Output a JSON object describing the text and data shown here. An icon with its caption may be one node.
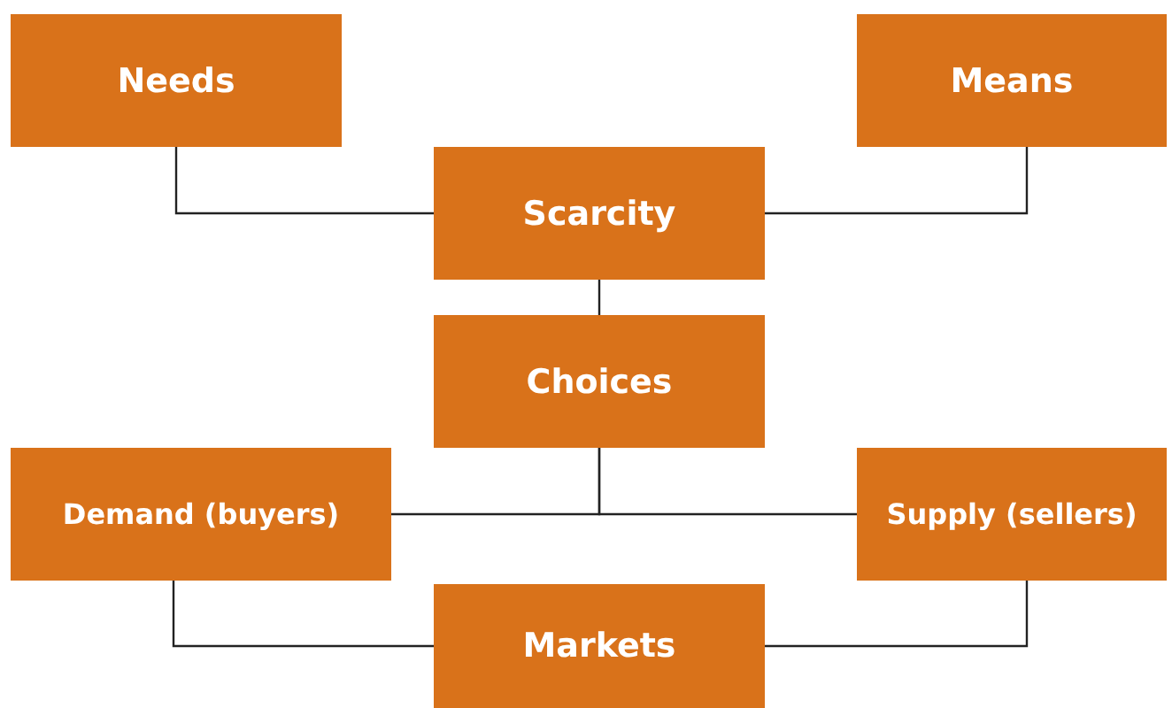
{
  "diagram": {
    "nodes": [
      {
        "text": [
          "Needs"
        ]
      },
      {
        "text": [
          "Means"
        ]
      },
      {
        "text": [
          "Scarcity"
        ]
      },
      {
        "text": [
          "Choices"
        ]
      },
      {
        "text": [
          "Demand (buyers)"
        ]
      },
      {
        "text": [
          "Supply (sellers)"
        ]
      },
      {
        "text": [
          "Markets"
        ]
      }
    ],
    "edges": [
      {
        "from": 0,
        "to": 2,
        "arrow": "none"
      },
      {
        "from": 1,
        "to": 2,
        "arrow": "none"
      },
      {
        "from": 2,
        "to": 3,
        "arrow": "none"
      },
      {
        "from": 3,
        "to": 4,
        "arrow": "none"
      },
      {
        "from": 3,
        "to": 5,
        "arrow": "none"
      },
      {
        "from": 4,
        "to": 6,
        "arrow": "none"
      },
      {
        "from": 5,
        "to": 6,
        "arrow": "none"
      }
    ]
  }
}
